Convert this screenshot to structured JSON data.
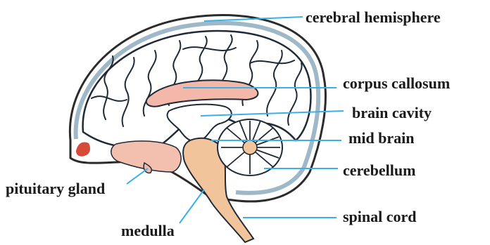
{
  "labels": {
    "cerebral_hemisphere": "cerebral hemisphere",
    "corpus_callosum": "corpus callosum",
    "brain_cavity": "brain cavity",
    "mid_brain": "mid brain",
    "cerebellum": "cerebellum",
    "pituitary_gland": "pituitary gland",
    "spinal_cord": "spinal cord",
    "medulla": "medulla"
  },
  "colors": {
    "skull_outline": "#2b2b2b",
    "skull_band": "#9fb8c8",
    "brain_fill": "#ffffff",
    "brain_lines": "#1f2a36",
    "stem_fill": "#f2c49b",
    "pink_fill": "#f3b8aa",
    "cavity_fill": "#ffffff",
    "red_mark": "#d64a3a",
    "leader_lines": "#3ab0e6",
    "label_text": "#1a1a1a"
  }
}
